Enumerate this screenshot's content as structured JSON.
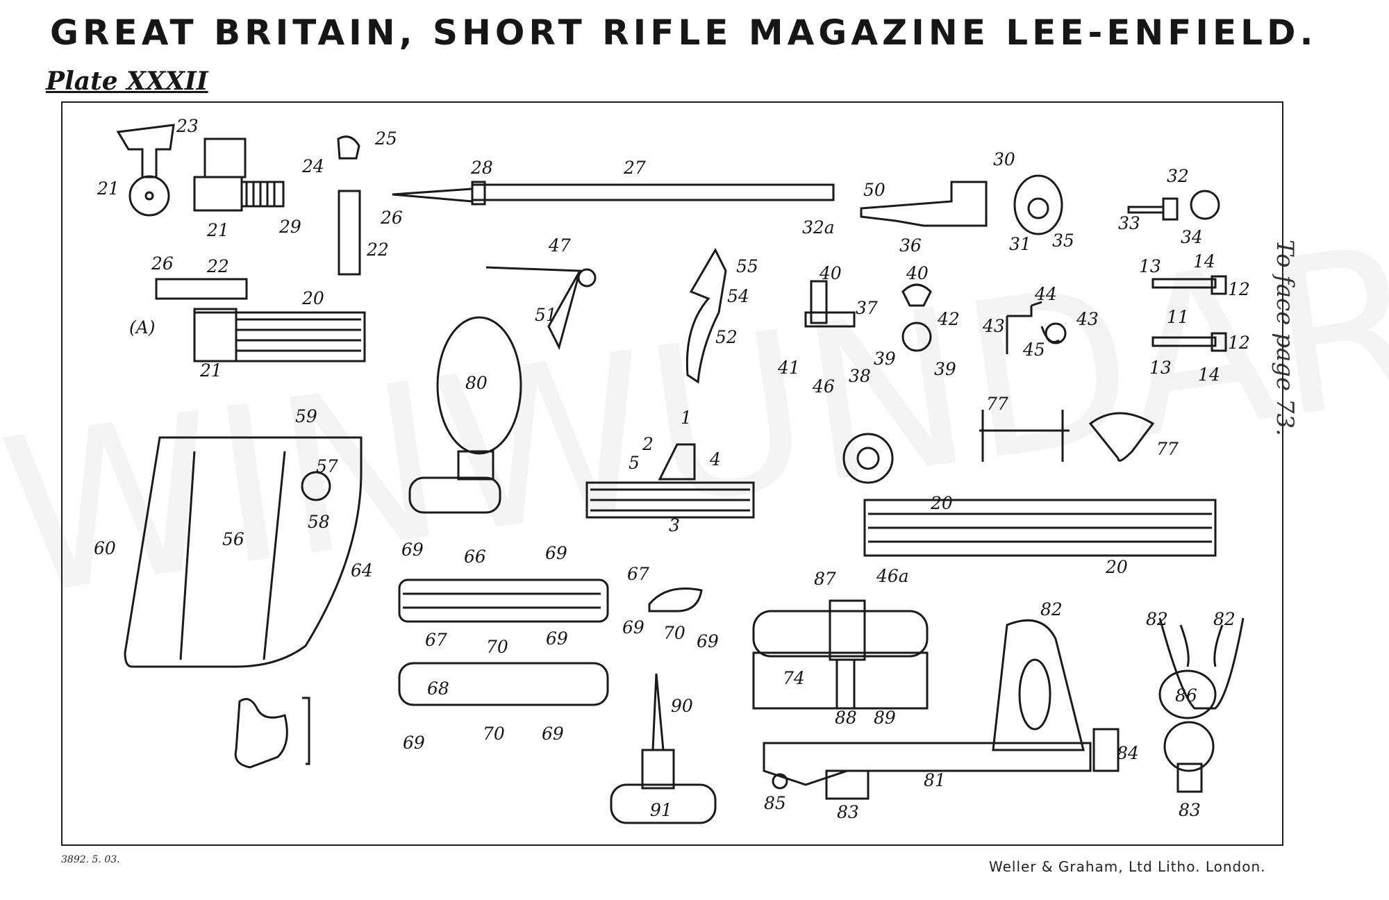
{
  "header": {
    "title": "GREAT BRITAIN, SHORT RIFLE MAGAZINE LEE-ENFIELD.",
    "plate": "Plate XXXII",
    "side_note": "To face page 73."
  },
  "footer": {
    "print_ref": "3892. 5. 03.",
    "printer": "Weller & Graham, Ltd  Litho. London."
  },
  "watermark": "WINWUNDAR",
  "callouts": [
    "21",
    "23",
    "25",
    "24",
    "26",
    "22",
    "21",
    "29",
    "28",
    "27",
    "30",
    "50",
    "36",
    "32a",
    "31",
    "35",
    "32",
    "33",
    "34",
    "26",
    "22",
    "20",
    "(A)",
    "21",
    "47",
    "51",
    "55",
    "54",
    "52",
    "40",
    "37",
    "41",
    "46",
    "38",
    "39",
    "40",
    "42",
    "39",
    "43",
    "44",
    "43",
    "45",
    "13",
    "14",
    "12",
    "11",
    "13",
    "12",
    "14",
    "80",
    "59",
    "57",
    "58",
    "56",
    "60",
    "64",
    "1",
    "2",
    "5",
    "4",
    "3",
    "77",
    "77",
    "20",
    "20",
    "46a",
    "69",
    "66",
    "69",
    "67",
    "70",
    "69",
    "67",
    "69",
    "70",
    "69",
    "68",
    "70",
    "69",
    "69",
    "87",
    "74",
    "88",
    "89",
    "90",
    "91",
    "82",
    "82",
    "82",
    "86",
    "84",
    "85",
    "83",
    "81",
    "83"
  ],
  "colors": {
    "ink": "#1a1a1a",
    "paper": "#ffffff"
  }
}
